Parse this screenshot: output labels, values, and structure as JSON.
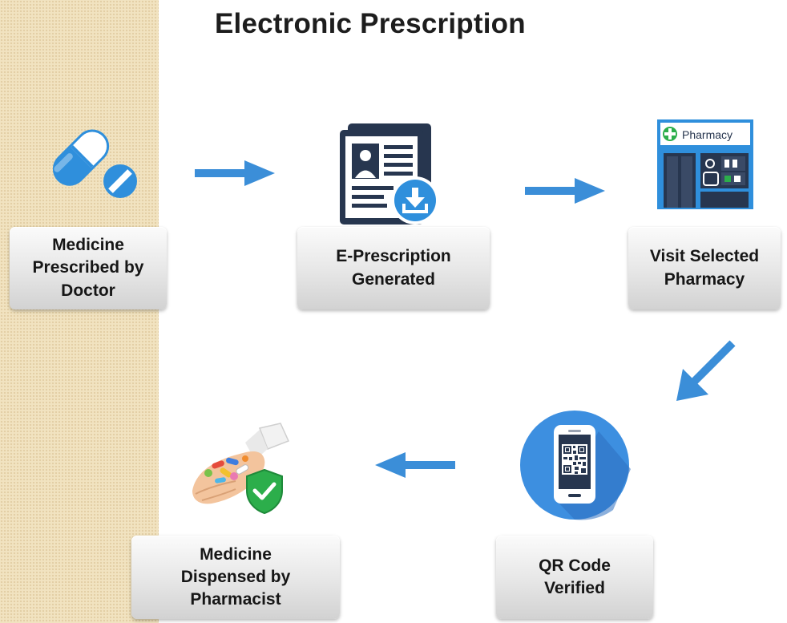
{
  "title": "Electronic Prescription",
  "steps": [
    {
      "line1": "Medicine",
      "line2": "Prescribed by",
      "line3": "Doctor",
      "icon": "capsule-pill-icon"
    },
    {
      "line1": "E-Prescription",
      "line2": "Generated",
      "icon": "document-download-icon"
    },
    {
      "line1": "Visit Selected",
      "line2": "Pharmacy",
      "icon": "pharmacy-store-icon"
    },
    {
      "line1": "QR Code",
      "line2": "Verified",
      "icon": "phone-qr-icon"
    },
    {
      "line1": "Medicine",
      "line2": "Dispensed by",
      "line3": "Pharmacist",
      "icon": "hand-pills-icon"
    }
  ],
  "pharmacy_sign": "Pharmacy",
  "colors": {
    "accent_blue": "#2f8fdc",
    "arrow_blue": "#3b8ed8",
    "dark_navy": "#27364f",
    "side_strip": "#f1e3c0",
    "green_check": "#2cae4b"
  }
}
